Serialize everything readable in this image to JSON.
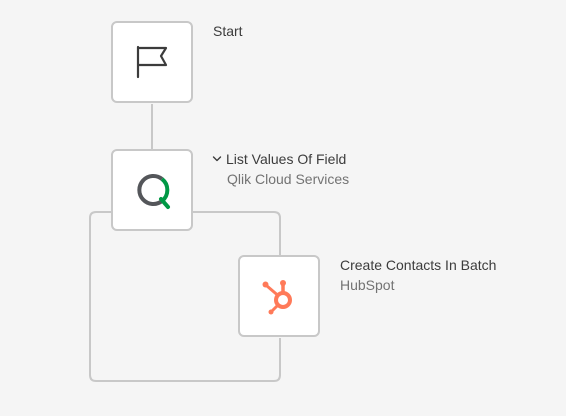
{
  "flow": {
    "start": {
      "title": "Start",
      "icon": "flag-icon"
    },
    "list_values": {
      "title": "List Values Of Field",
      "subtitle": "Qlik Cloud Services",
      "icon": "qlik-icon",
      "expanded": true
    },
    "create_contacts": {
      "title": "Create Contacts In Batch",
      "subtitle": "HubSpot",
      "icon": "hubspot-icon"
    }
  },
  "colors": {
    "background": "#f5f5f5",
    "node_border": "#c8c8c8",
    "connector": "#c8c8c8",
    "qlik_green": "#009845",
    "qlik_gray": "#54565a",
    "hubspot_orange": "#ff7a59",
    "text_primary": "#3c3c3c",
    "text_secondary": "#737373"
  }
}
